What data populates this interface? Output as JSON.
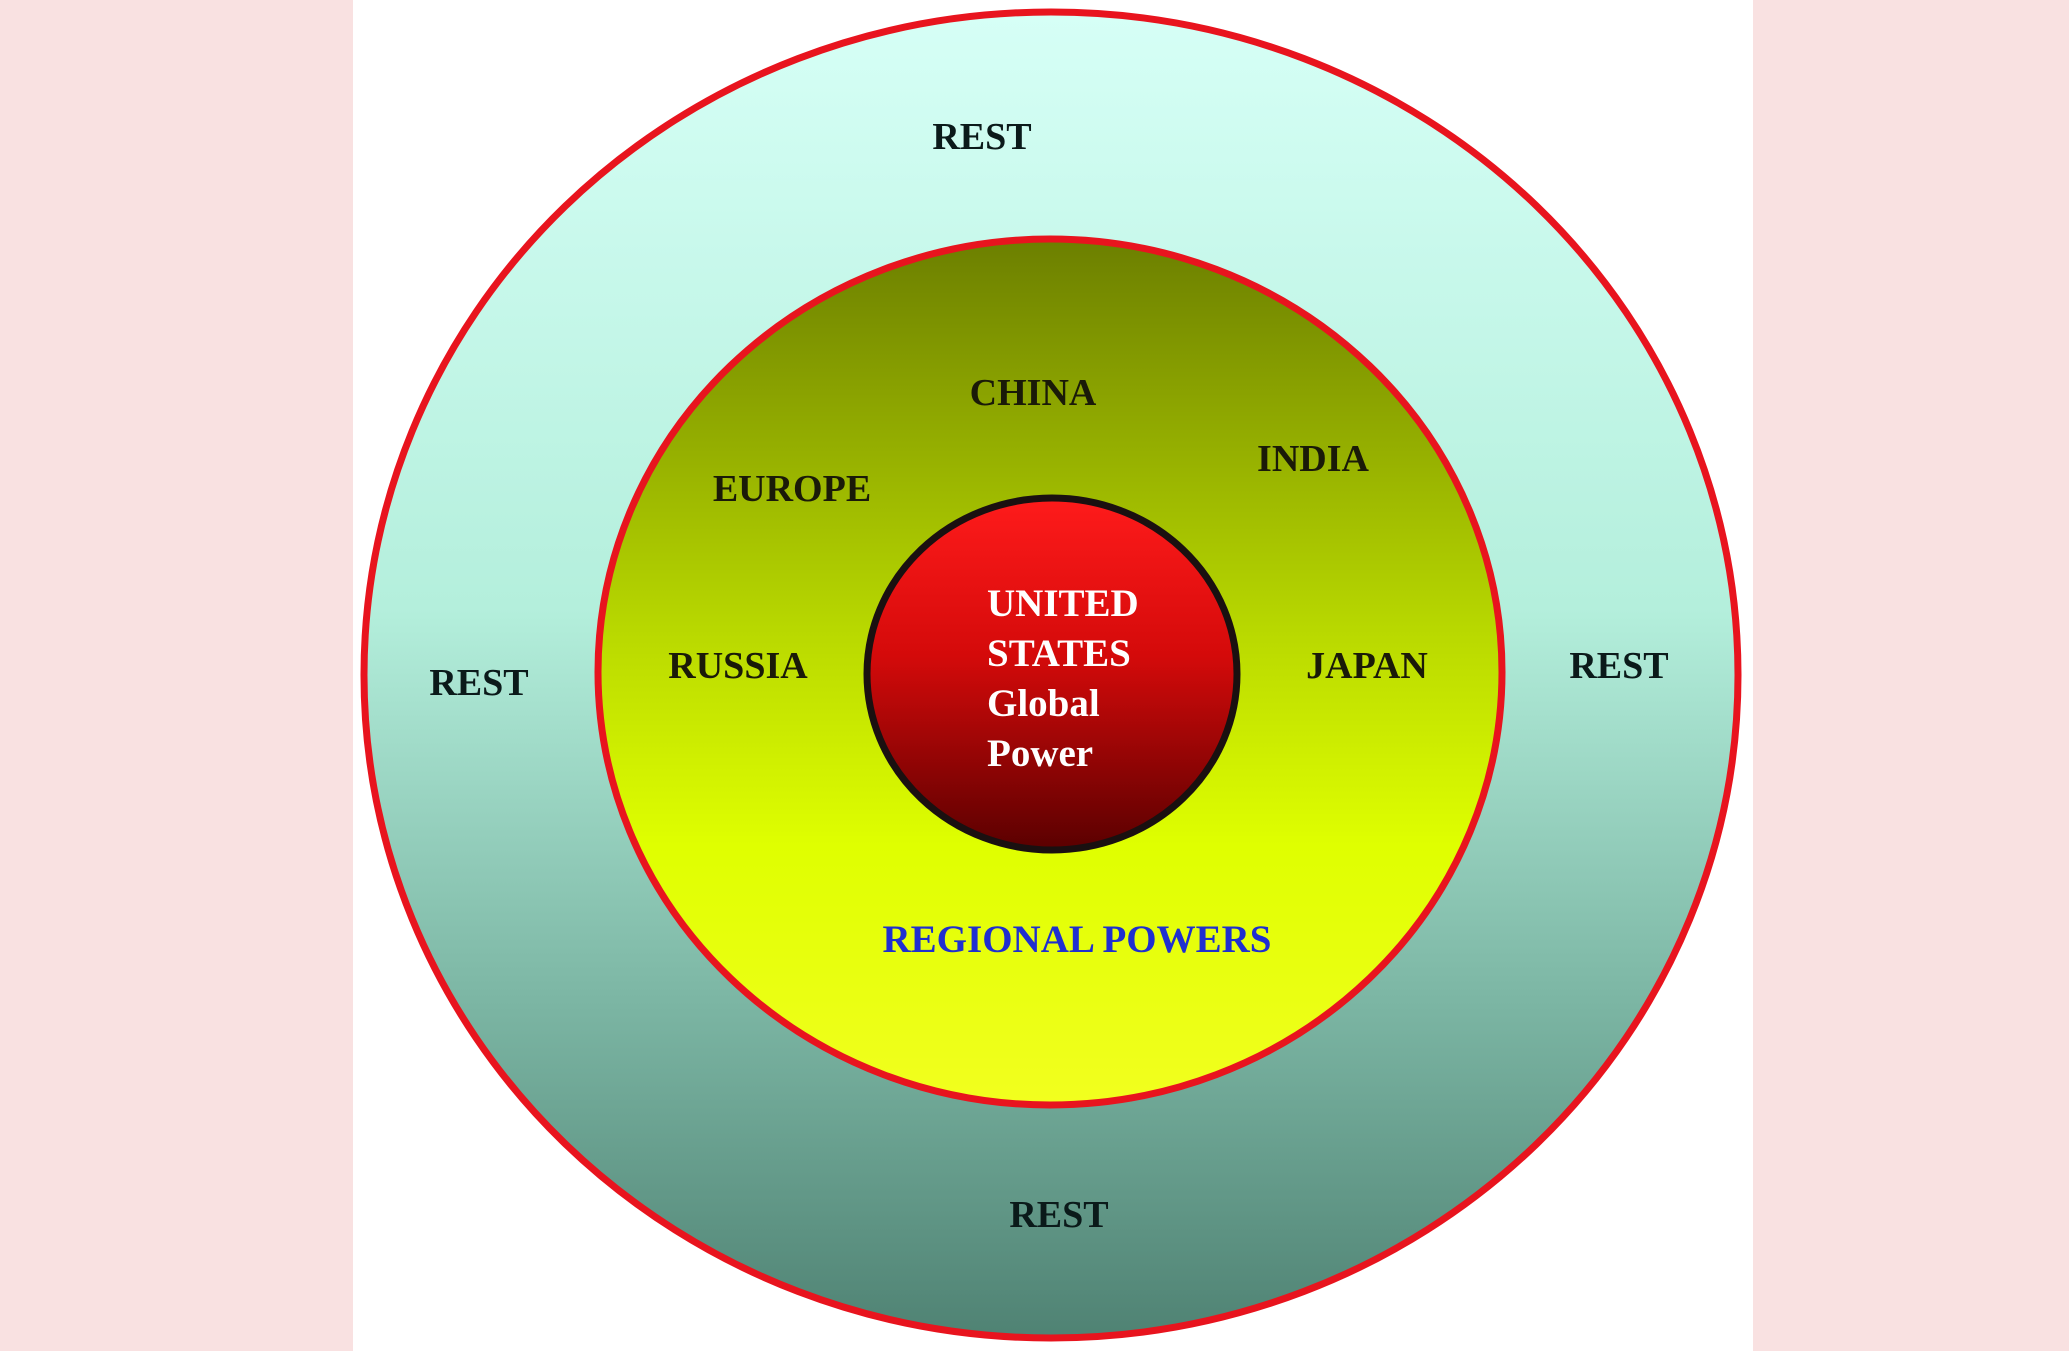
{
  "diagram": {
    "outer_ring": {
      "labels": [
        "REST",
        "REST",
        "REST",
        "REST"
      ]
    },
    "middle_ring": {
      "members": [
        "CHINA",
        "INDIA",
        "EUROPE",
        "RUSSIA",
        "JAPAN"
      ],
      "caption": "REGIONAL POWERS"
    },
    "core": {
      "lines": [
        "UNITED",
        "STATES",
        "Global",
        "Power"
      ]
    },
    "colors": {
      "page_background": "#f9e1e1",
      "panel_background": "#ffffff",
      "ring_stroke": "#e8141e",
      "core_stroke": "#1a1010",
      "outer_top": "#d6fff6",
      "outer_bottom": "#4f8273",
      "middle_top": "#6c7f00",
      "middle_bottom": "#f2ff1f",
      "core_top": "#ff1b1b",
      "core_bottom": "#5a0000",
      "caption_color": "#1f2fd0"
    }
  }
}
